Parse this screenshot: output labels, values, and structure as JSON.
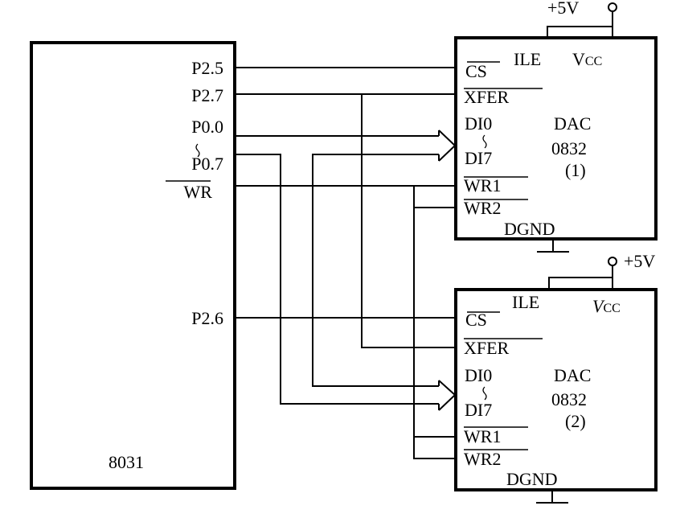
{
  "mcu": {
    "name": "8031",
    "pins": {
      "p25": "P2.5",
      "p27": "P2.7",
      "p00": "P0.0",
      "tilde": "~",
      "p07": "P0.7",
      "wr": "WR",
      "p26": "P2.6"
    }
  },
  "dac1": {
    "supply": "+5V",
    "cs": "CS",
    "ile": "ILE",
    "vcc_main": "V",
    "vcc_sub": "CC",
    "xfer": "XFER",
    "di0": "DI0",
    "tilde": "~",
    "di7": "DI7",
    "wr1": "WR1",
    "wr2": "WR2",
    "dgnd": "DGND",
    "title": "DAC",
    "model": "0832",
    "index": "(1)"
  },
  "dac2": {
    "supply": "+5V",
    "cs": "CS",
    "ile": "ILE",
    "vcc_main": "V",
    "vcc_sub": "CC",
    "xfer": "XFER",
    "di0": "DI0",
    "tilde": "~",
    "di7": "DI7",
    "wr1": "WR1",
    "wr2": "WR2",
    "dgnd": "DGND",
    "title": "DAC",
    "model": "0832",
    "index": "(2)"
  }
}
